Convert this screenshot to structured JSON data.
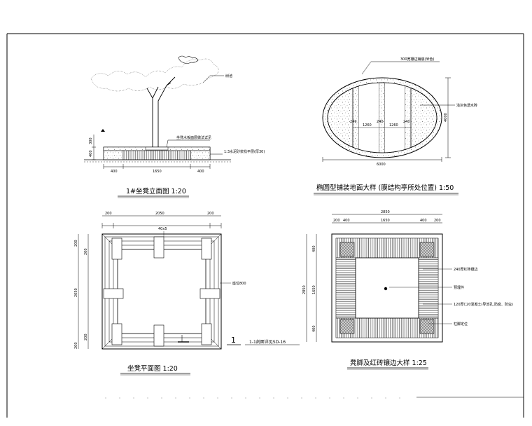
{
  "elevation": {
    "title": "1#坐凳立面图   1:20",
    "dims_h": [
      "400",
      "1650",
      "400"
    ],
    "dims_v": [
      "400",
      "300"
    ],
    "note_tree": "树池",
    "note_wood": "坐凳木板面层做法详见",
    "note_base": "1:3水泥砂浆找平层(厚30)"
  },
  "ellipse": {
    "title": "椭圆型铺装地面大样 (膜结构亭所处位置)   1:50",
    "note_top": "300宽镶边铺装(米色)",
    "note_right": "浅灰色透水砖",
    "dims_inner": [
      "240",
      "1260",
      "240",
      "1260",
      "240"
    ],
    "dim_width": "6000",
    "dim_height": "4000"
  },
  "plan": {
    "title": "坐凳平面图   1:20",
    "dims_top": [
      "200",
      "2050",
      "200"
    ],
    "dims_left": [
      "200",
      "200",
      "2050",
      "200",
      "200"
    ],
    "note_wood": "40x5",
    "note_seat": "座位800",
    "section_mark": "1",
    "section_ref": "1-1剖面详见SD-16"
  },
  "foot": {
    "title": "凳脚及红砖镶边大样   1:25",
    "dims_top_total": "2850",
    "dims_top": [
      "200",
      "400",
      "1650",
      "400",
      "200"
    ],
    "dims_left": [
      "400",
      "1650",
      "400"
    ],
    "dims_left_total": "2850",
    "notes": [
      "240厚红砖镶边",
      "预埋件",
      "120厚C20混凝土(导流孔,防腐、防虫)",
      "柱脚定位"
    ]
  },
  "colors": {
    "line": "#000000",
    "fill": "#d8d8d8",
    "background": "#ffffff"
  }
}
